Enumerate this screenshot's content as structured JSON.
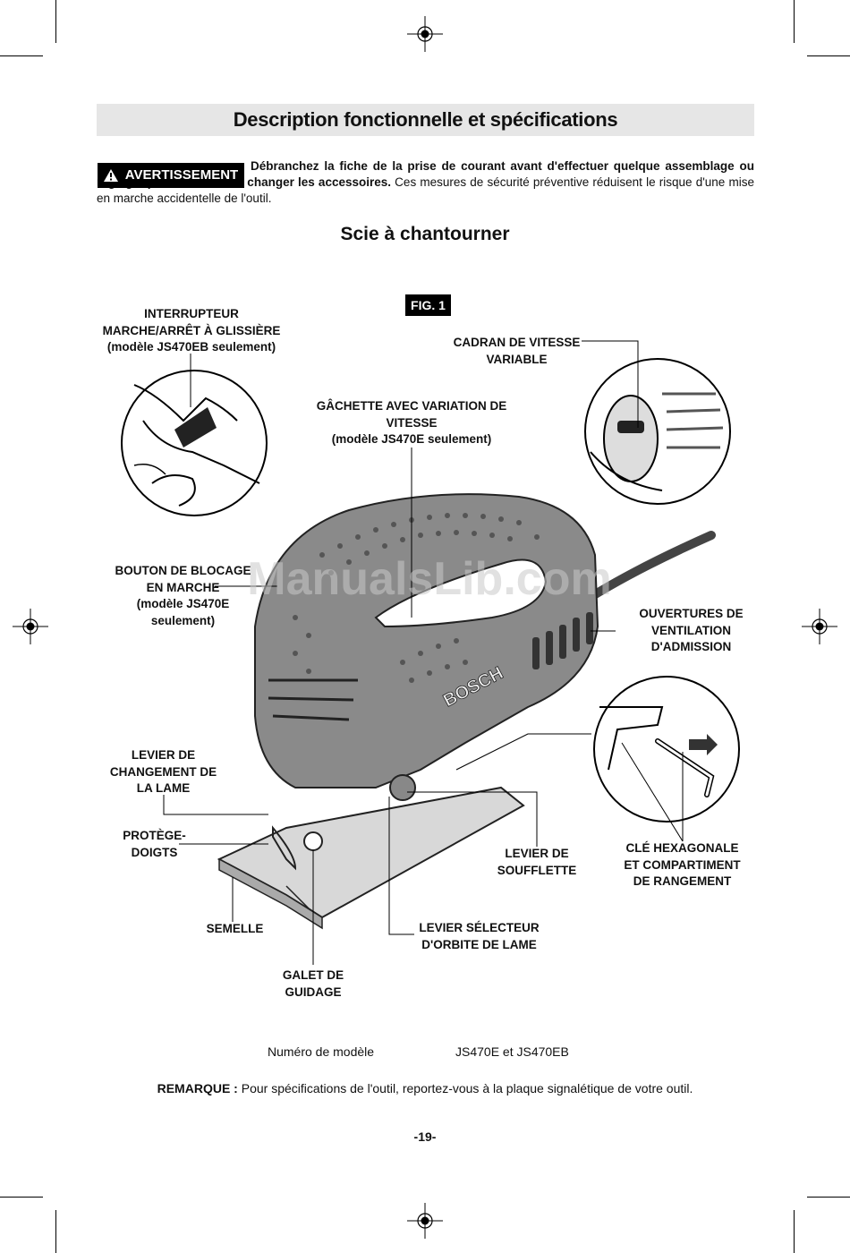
{
  "header": {
    "title": "Description fonctionnelle et spécifications"
  },
  "warning": {
    "badge": "AVERTISSEMENT",
    "bold_text": "Débranchez la fiche de la prise de courant avant d'effectuer quelque assemblage ou réglage que ce soit ou de changer les accessoires.",
    "normal_text": " Ces mesures de sécurité préventive réduisent le risque d'une mise en marche accidentelle de l'outil."
  },
  "subtitle": "Scie à chantourner",
  "figure": {
    "label": "FIG. 1",
    "callouts": {
      "interrupteur": [
        "INTERRUPTEUR",
        "MARCHE/ARRÊT À GLISSIÈRE",
        "(modèle JS470EB seulement)"
      ],
      "cadran": [
        "CADRAN DE VITESSE",
        "VARIABLE"
      ],
      "gachette": [
        "GÂCHETTE AVEC VARIATION DE",
        "VITESSE",
        "(modèle JS470E seulement)"
      ],
      "bouton": [
        "BOUTON DE BLOCAGE",
        "EN MARCHE",
        "(modèle JS470E",
        "seulement)"
      ],
      "ouvertures": [
        "OUVERTURES DE",
        "VENTILATION",
        "D'ADMISSION"
      ],
      "levier_lame": [
        "LEVIER DE",
        "CHANGEMENT DE",
        "LA LAME"
      ],
      "protege": [
        "PROTÈGE-",
        "DOIGTS"
      ],
      "levier_soufflette": [
        "LEVIER DE",
        "SOUFFLETTE"
      ],
      "cle": [
        "CLÉ HEXAGONALE",
        "ET COMPARTIMENT",
        "DE RANGEMENT"
      ],
      "semelle": [
        "SEMELLE"
      ],
      "levier_orbite": [
        "LEVIER SÉLECTEUR",
        "D'ORBITE DE LAME"
      ],
      "galet": [
        "GALET DE",
        "GUIDAGE"
      ]
    },
    "tool_brand": "BOSCH",
    "watermark": "ManualsLib.com"
  },
  "specs": {
    "model_label": "Numéro de modèle",
    "model_value": "JS470E et JS470EB"
  },
  "note": {
    "label": "REMARQUE :",
    "text": " Pour spécifications de l'outil, reportez-vous à la plaque signalétique de votre outil."
  },
  "page_number": "-19-"
}
